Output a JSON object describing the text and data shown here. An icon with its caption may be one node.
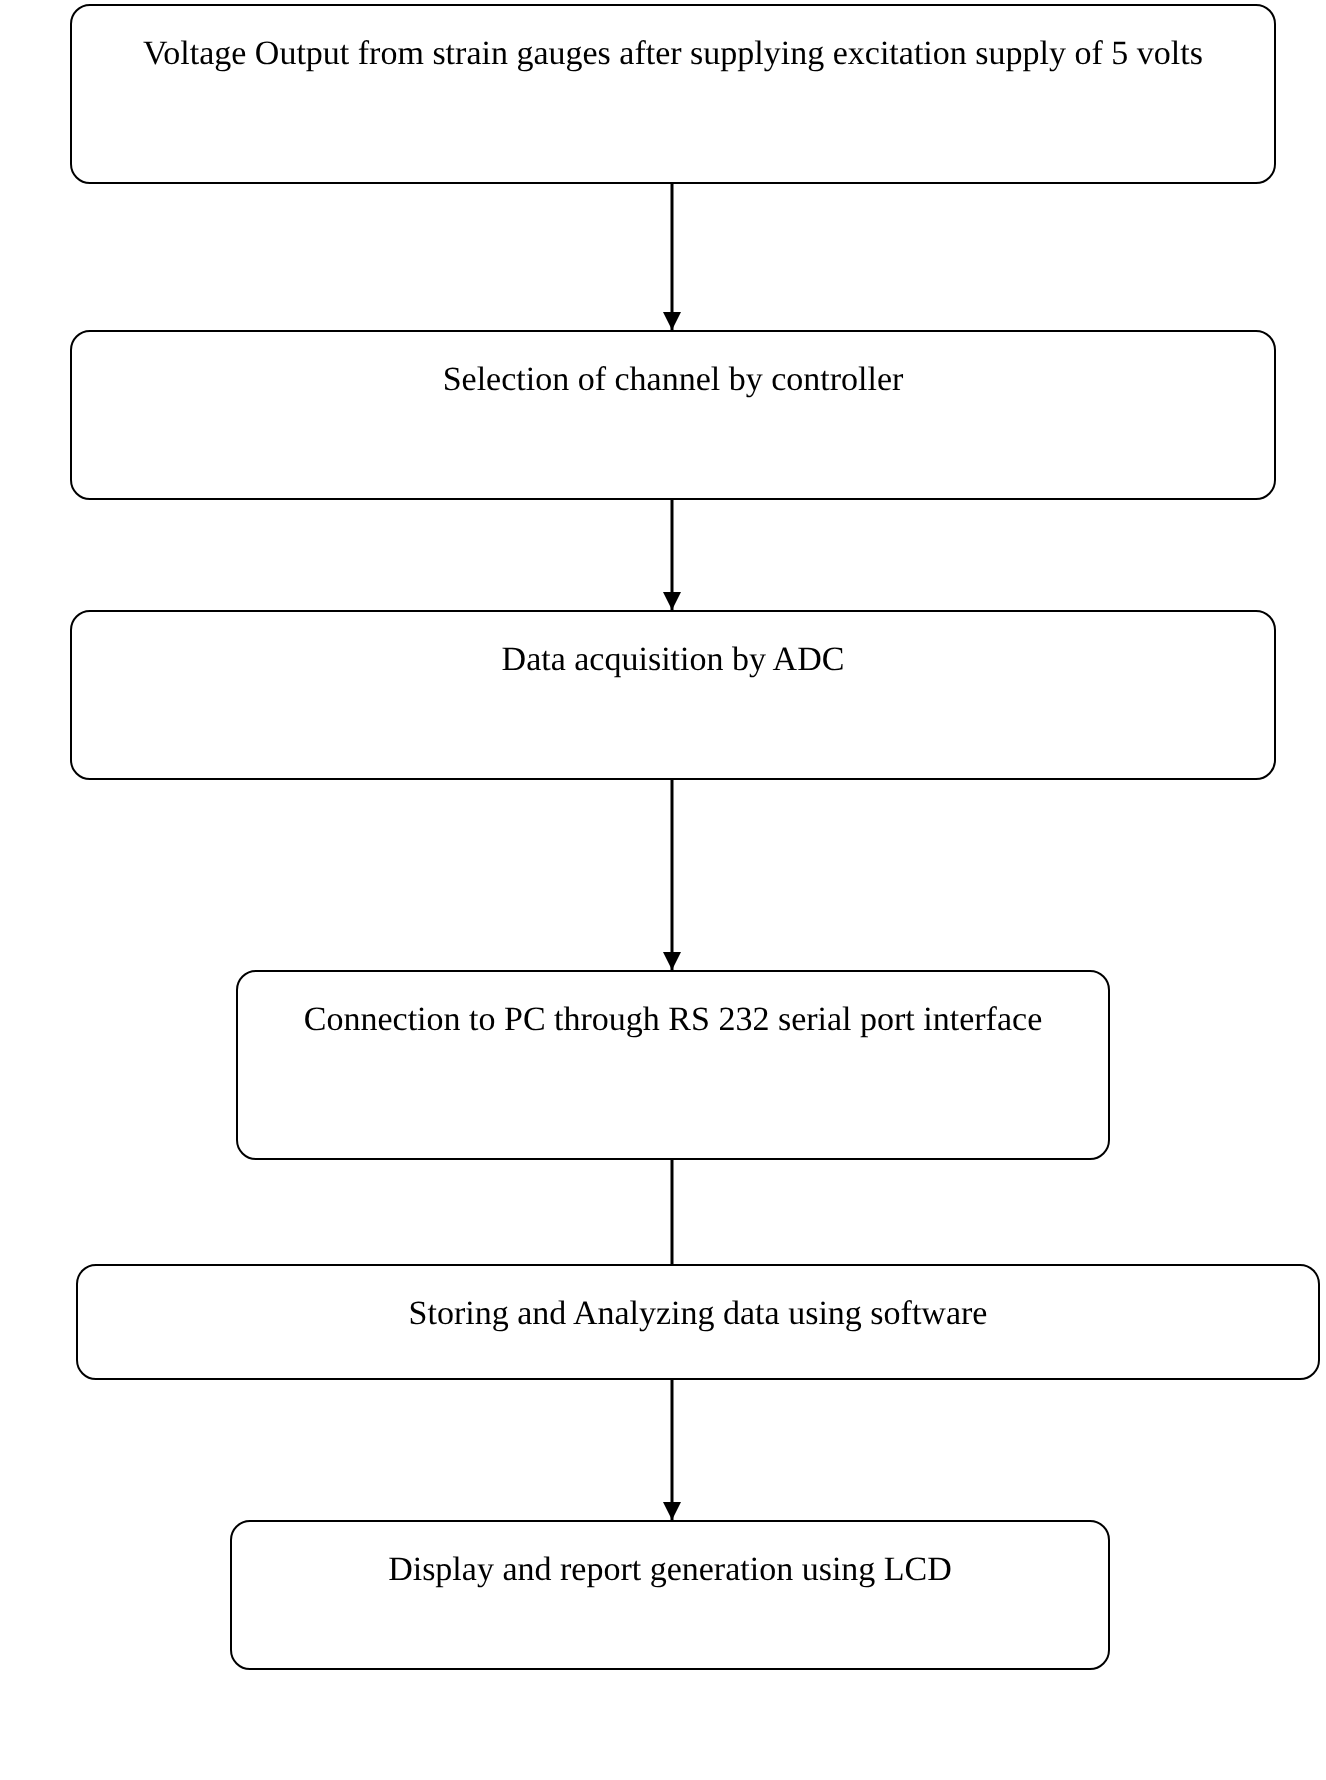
{
  "diagram": {
    "nodes": [
      {
        "text": [
          "Voltage Output from strain gauges after supplying excitation supply of 5 volts"
        ]
      },
      {
        "text": [
          "Selection of channel by controller"
        ]
      },
      {
        "text": [
          "Data acquisition by ADC"
        ]
      },
      {
        "text": [
          "Connection to PC through RS 232 serial port interface"
        ]
      },
      {
        "text": [
          "Storing and Analyzing data using software"
        ]
      },
      {
        "text": [
          "Display and report generation using LCD"
        ]
      }
    ],
    "edges": [
      {
        "from": 0,
        "to": 1,
        "arrow": "to"
      },
      {
        "from": 1,
        "to": 2,
        "arrow": "to"
      },
      {
        "from": 2,
        "to": 3,
        "arrow": "to"
      },
      {
        "from": 3,
        "to": 4,
        "arrow": "none"
      },
      {
        "from": 4,
        "to": 5,
        "arrow": "to"
      }
    ]
  }
}
